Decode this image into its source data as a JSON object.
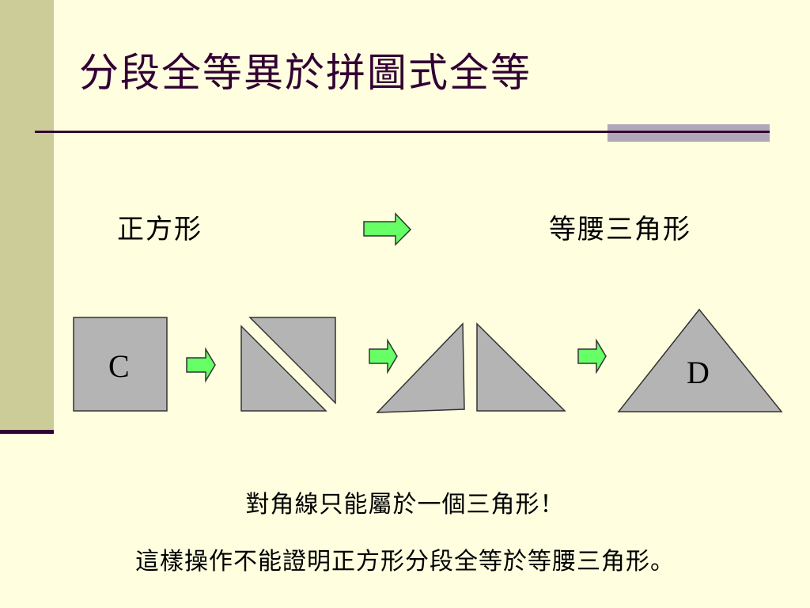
{
  "slide": {
    "title": "分段全等異於拼圖式全等",
    "label_left": "正方形",
    "label_right": "等腰三角形",
    "letter_square": "C",
    "letter_triangle": "D",
    "caption_1": "對角線只能屬於一個三角形！",
    "caption_2": "這樣操作不能證明正方形分段全等於等腰三角形。"
  },
  "colors": {
    "background": "#FFFFE0",
    "sidebar": "#CCCC99",
    "accent_dark": "#330033",
    "shape_fill": "#B4B4B4",
    "arrow_fill": "#66FF66"
  }
}
